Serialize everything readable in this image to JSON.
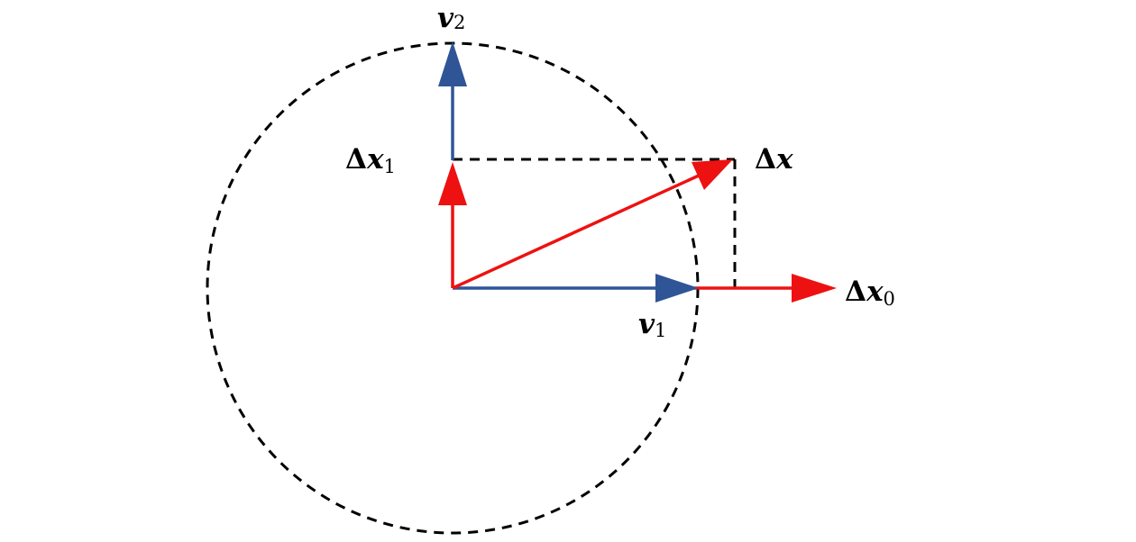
{
  "labels": {
    "v2": {
      "symbol": "v",
      "subscript": "2"
    },
    "delta_x1": {
      "prefix": "Δ",
      "symbol": "x",
      "subscript": "1"
    },
    "delta_x": {
      "prefix": "Δ",
      "symbol": "x"
    },
    "delta_x0": {
      "prefix": "Δ",
      "symbol": "x",
      "subscript": "0"
    },
    "v1": {
      "symbol": "v",
      "subscript": "1"
    }
  },
  "colors": {
    "blue_vector": "#2f5597",
    "red_vector": "#ee1111",
    "dashed": "#000000"
  }
}
